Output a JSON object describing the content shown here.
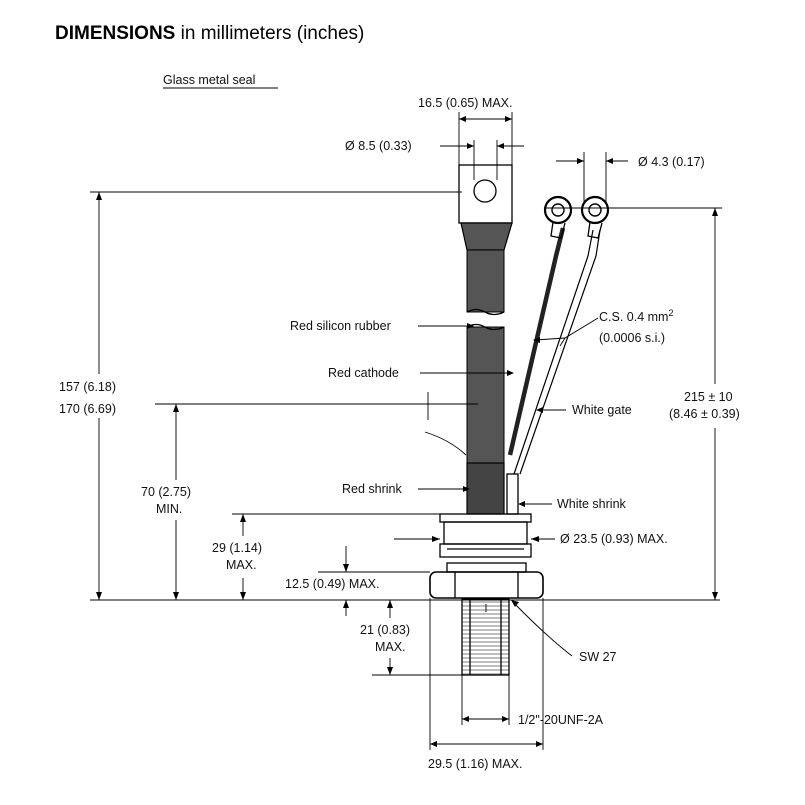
{
  "title": {
    "bold": "DIMENSIONS",
    "rest": " in millimeters (inches)"
  },
  "labels": {
    "glass_seal": "Glass metal seal",
    "top_width": "16.5 (0.65) MAX.",
    "hole_dia": "Ø 8.5 (0.33)",
    "lug_dia": "Ø 4.3 (0.17)",
    "rubber": "Red silicon rubber",
    "cs_line1": "C.S. 0.4 mm",
    "cs_sup": "2",
    "cs_line2": "(0.0006 s.i.)",
    "cathode": "Red cathode",
    "len_157": "157 (6.18)",
    "len_170": "170 (6.69)",
    "gate": "White gate",
    "len_215": "215 ± 10",
    "len_215_in": "(8.46 ± 0.39)",
    "len_70": "70 (2.75)",
    "len_70_min": "MIN.",
    "red_shrink": "Red shrink",
    "white_shrink": "White shrink",
    "len_29": "29 (1.14)",
    "len_29_max": "MAX.",
    "body_dia": "Ø 23.5 (0.93) MAX.",
    "len_12": "12.5 (0.49) MAX.",
    "len_21": "21 (0.83)",
    "len_21_max": "MAX.",
    "sw": "SW 27",
    "thread": "1/2\"-20UNF-2A",
    "hex_width": "29.5 (1.16) MAX."
  }
}
